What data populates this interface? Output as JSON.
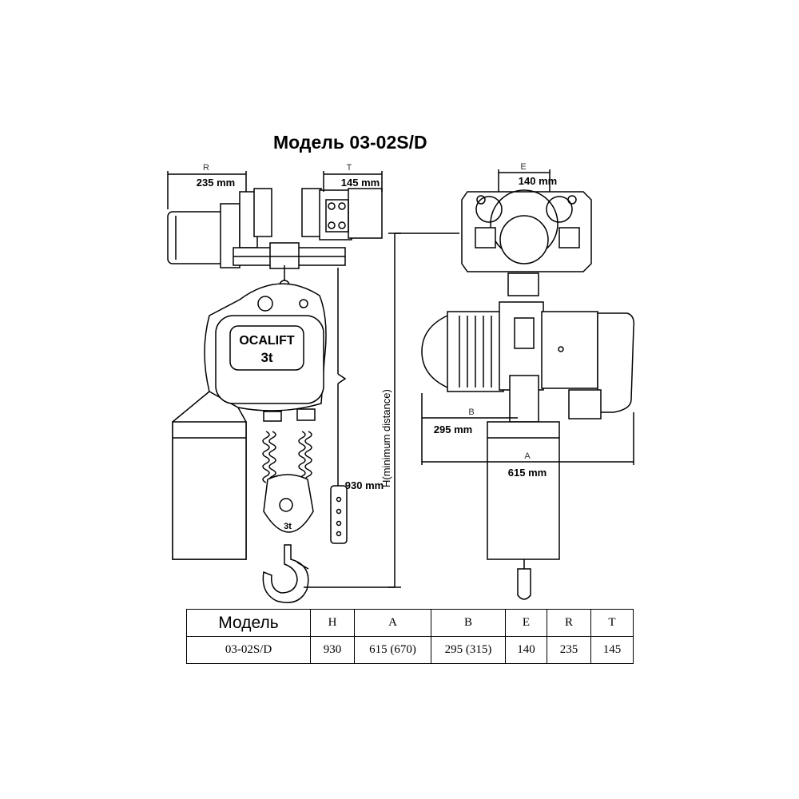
{
  "title": "Модель 03-02S/D",
  "drawing": {
    "dims": {
      "R": {
        "letter": "R",
        "value": "235 mm"
      },
      "T": {
        "letter": "T",
        "value": "145 mm"
      },
      "E": {
        "letter": "E",
        "value": "140 mm"
      },
      "B": {
        "letter": "B",
        "value": "295 mm"
      },
      "A": {
        "letter": "A",
        "value": "615 mm"
      },
      "H": {
        "note": "H(minimum distance)",
        "value": "930 mm"
      }
    },
    "brand": "OCALIFT",
    "capacity": "3t",
    "hook_capacity": "3t"
  },
  "table": {
    "headers": [
      "Модель",
      "H",
      "A",
      "B",
      "E",
      "R",
      "T"
    ],
    "rows": [
      [
        "03-02S/D",
        "930",
        "615 (670)",
        "295 (315)",
        "140",
        "235",
        "145"
      ]
    ]
  }
}
